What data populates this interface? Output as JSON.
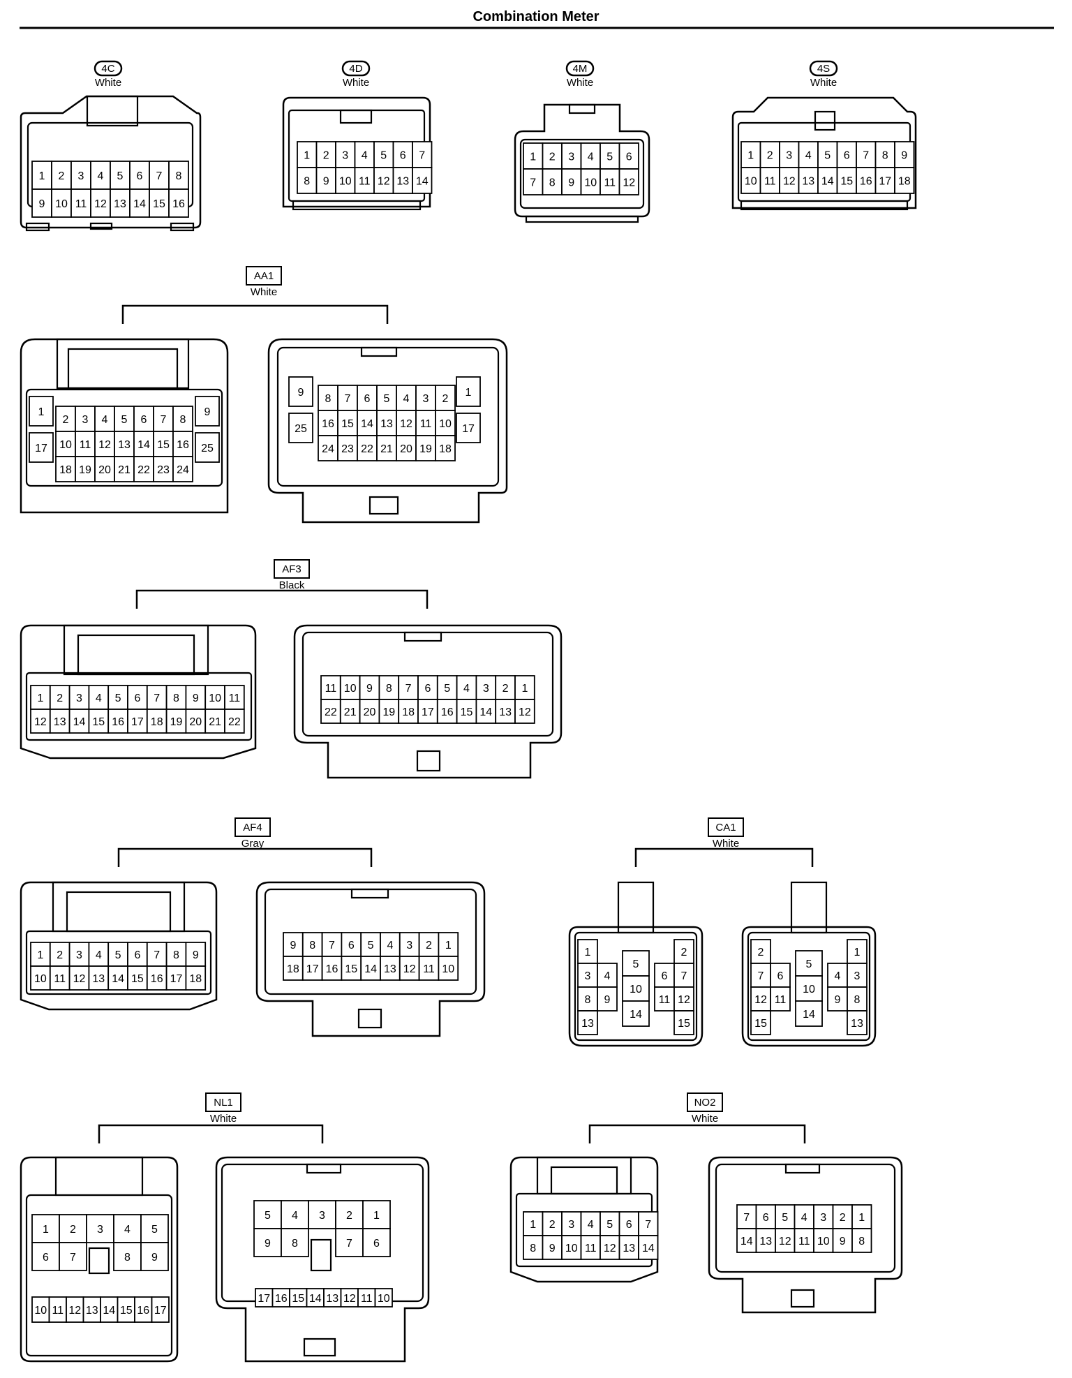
{
  "title": "Combination Meter",
  "connectors": {
    "c4c": {
      "code": "4C",
      "color": "White",
      "rows": [
        [
          "1",
          "2",
          "3",
          "4",
          "5",
          "6",
          "7",
          "8"
        ],
        [
          "9",
          "10",
          "11",
          "12",
          "13",
          "14",
          "15",
          "16"
        ]
      ]
    },
    "c4d": {
      "code": "4D",
      "color": "White",
      "rows": [
        [
          "1",
          "2",
          "3",
          "4",
          "5",
          "6",
          "7"
        ],
        [
          "8",
          "9",
          "10",
          "11",
          "12",
          "13",
          "14"
        ]
      ]
    },
    "c4m": {
      "code": "4M",
      "color": "White",
      "rows": [
        [
          "1",
          "2",
          "3",
          "4",
          "5",
          "6"
        ],
        [
          "7",
          "8",
          "9",
          "10",
          "11",
          "12"
        ]
      ]
    },
    "c4s": {
      "code": "4S",
      "color": "White",
      "rows": [
        [
          "1",
          "2",
          "3",
          "4",
          "5",
          "6",
          "7",
          "8",
          "9"
        ],
        [
          "10",
          "11",
          "12",
          "13",
          "14",
          "15",
          "16",
          "17",
          "18"
        ]
      ]
    },
    "aa1": {
      "code": "AA1",
      "color": "White",
      "left": {
        "outer_top": [
          "1",
          "9"
        ],
        "outer_bottom": [
          "17",
          "25"
        ],
        "rows": [
          [
            "2",
            "3",
            "4",
            "5",
            "6",
            "7",
            "8"
          ],
          [
            "10",
            "11",
            "12",
            "13",
            "14",
            "15",
            "16"
          ],
          [
            "18",
            "19",
            "20",
            "21",
            "22",
            "23",
            "24"
          ]
        ]
      },
      "right": {
        "outer_top": [
          "9",
          "1"
        ],
        "outer_bottom": [
          "25",
          "17"
        ],
        "rows": [
          [
            "8",
            "7",
            "6",
            "5",
            "4",
            "3",
            "2"
          ],
          [
            "16",
            "15",
            "14",
            "13",
            "12",
            "11",
            "10"
          ],
          [
            "24",
            "23",
            "22",
            "21",
            "20",
            "19",
            "18"
          ]
        ]
      }
    },
    "af3": {
      "code": "AF3",
      "color": "Black",
      "left": {
        "rows": [
          [
            "1",
            "2",
            "3",
            "4",
            "5",
            "6",
            "7",
            "8",
            "9",
            "10",
            "11"
          ],
          [
            "12",
            "13",
            "14",
            "15",
            "16",
            "17",
            "18",
            "19",
            "20",
            "21",
            "22"
          ]
        ]
      },
      "right": {
        "rows": [
          [
            "11",
            "10",
            "9",
            "8",
            "7",
            "6",
            "5",
            "4",
            "3",
            "2",
            "1"
          ],
          [
            "22",
            "21",
            "20",
            "19",
            "18",
            "17",
            "16",
            "15",
            "14",
            "13",
            "12"
          ]
        ]
      }
    },
    "af4": {
      "code": "AF4",
      "color": "Gray",
      "left": {
        "rows": [
          [
            "1",
            "2",
            "3",
            "4",
            "5",
            "6",
            "7",
            "8",
            "9"
          ],
          [
            "10",
            "11",
            "12",
            "13",
            "14",
            "15",
            "16",
            "17",
            "18"
          ]
        ]
      },
      "right": {
        "rows": [
          [
            "9",
            "8",
            "7",
            "6",
            "5",
            "4",
            "3",
            "2",
            "1"
          ],
          [
            "18",
            "17",
            "16",
            "15",
            "14",
            "13",
            "12",
            "11",
            "10"
          ]
        ]
      }
    },
    "ca1": {
      "code": "CA1",
      "color": "White",
      "left": {
        "cells": [
          "1",
          "2",
          "3",
          "4",
          "5",
          "6",
          "7",
          "8",
          "9",
          "10",
          "11",
          "12",
          "13",
          "14",
          "15"
        ]
      },
      "right": {
        "cells": [
          "2",
          "1",
          "7",
          "6",
          "5",
          "4",
          "3",
          "12",
          "11",
          "10",
          "9",
          "8",
          "15",
          "14",
          "13"
        ]
      }
    },
    "nl1": {
      "code": "NL1",
      "color": "White",
      "left": {
        "top": [
          "1",
          "2",
          "3",
          "4",
          "5"
        ],
        "mid": [
          "6",
          "7",
          "8",
          "9"
        ],
        "bottom": [
          "10",
          "11",
          "12",
          "13",
          "14",
          "15",
          "16",
          "17"
        ]
      },
      "right": {
        "top": [
          "5",
          "4",
          "3",
          "2",
          "1"
        ],
        "mid": [
          "9",
          "8",
          "7",
          "6"
        ],
        "bottom": [
          "17",
          "16",
          "15",
          "14",
          "13",
          "12",
          "11",
          "10"
        ]
      }
    },
    "no2": {
      "code": "NO2",
      "color": "White",
      "left": {
        "rows": [
          [
            "1",
            "2",
            "3",
            "4",
            "5",
            "6",
            "7"
          ],
          [
            "8",
            "9",
            "10",
            "11",
            "12",
            "13",
            "14"
          ]
        ]
      },
      "right": {
        "rows": [
          [
            "7",
            "6",
            "5",
            "4",
            "3",
            "2",
            "1"
          ],
          [
            "14",
            "13",
            "12",
            "11",
            "10",
            "9",
            "8"
          ]
        ]
      }
    }
  }
}
